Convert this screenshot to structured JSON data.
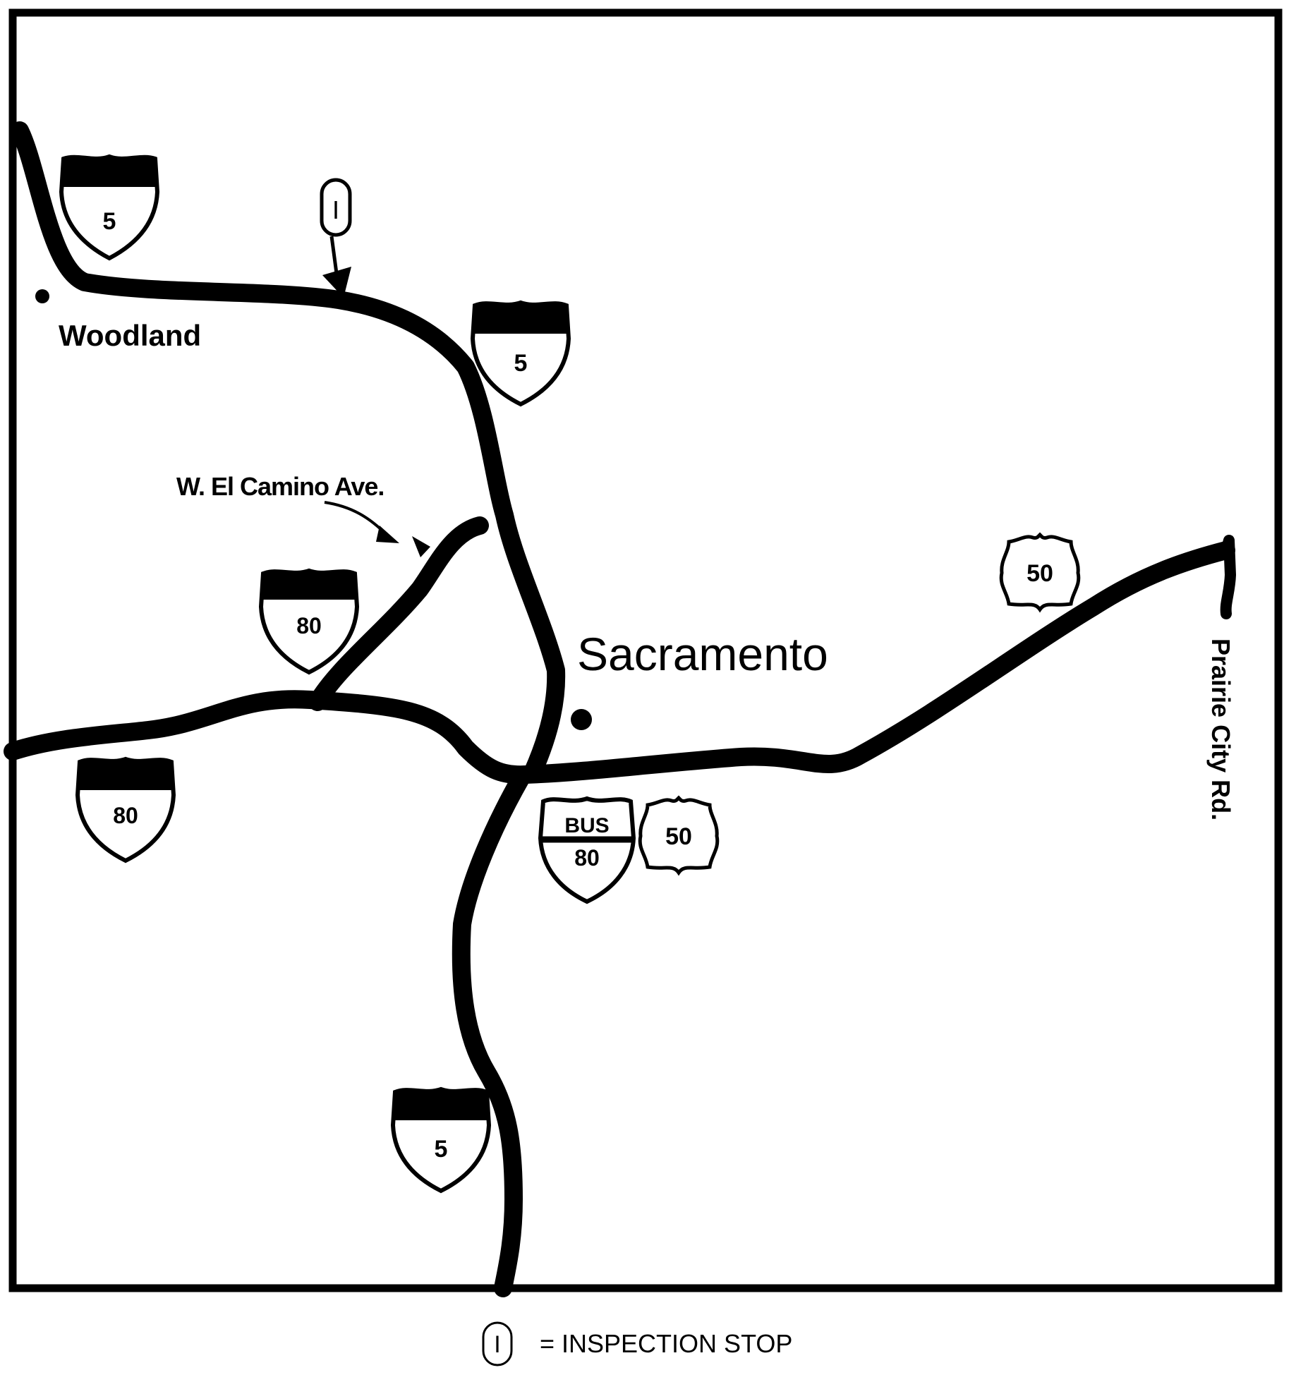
{
  "map": {
    "cities": {
      "woodland": "Woodland",
      "sacramento": "Sacramento"
    },
    "roads": {
      "w_el_camino": "W.  El Camino Ave.",
      "prairie_city": "Prairie City Rd."
    },
    "shields": {
      "i5_north": "5",
      "i5_mid": "5",
      "i5_south": "5",
      "i80_mid": "80",
      "i80_west": "80",
      "bus80_top": "BUS",
      "bus80_num": "80",
      "us50_east": "50",
      "us50_mid": "50"
    },
    "inspection_marker": "I",
    "legend": {
      "symbol": "I",
      "text": "= INSPECTION STOP"
    },
    "colors": {
      "ink": "#000000",
      "paper": "#ffffff"
    }
  }
}
